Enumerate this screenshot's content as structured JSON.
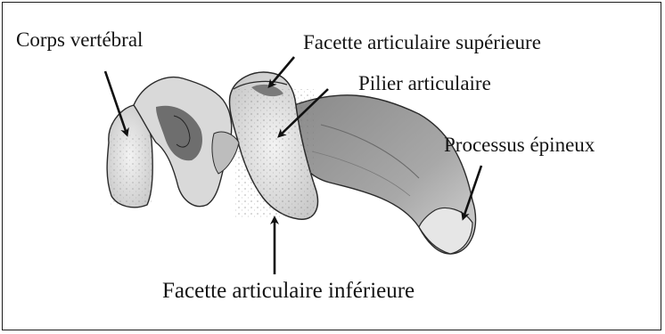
{
  "labels": {
    "corps_vertebral": "Corps vertébral",
    "facette_superieure": "Facette articulaire supérieure",
    "pilier_articulaire": "Pilier articulaire",
    "processus_epineux": "Processus épineux",
    "facette_inferieure": "Facette articulaire inférieure"
  },
  "colors": {
    "bone_light": "#eeeeee",
    "bone_mid": "#b4b4b4",
    "bone_dark": "#6a6a6a",
    "outline": "#2b2b2b",
    "arrow": "#111111"
  }
}
